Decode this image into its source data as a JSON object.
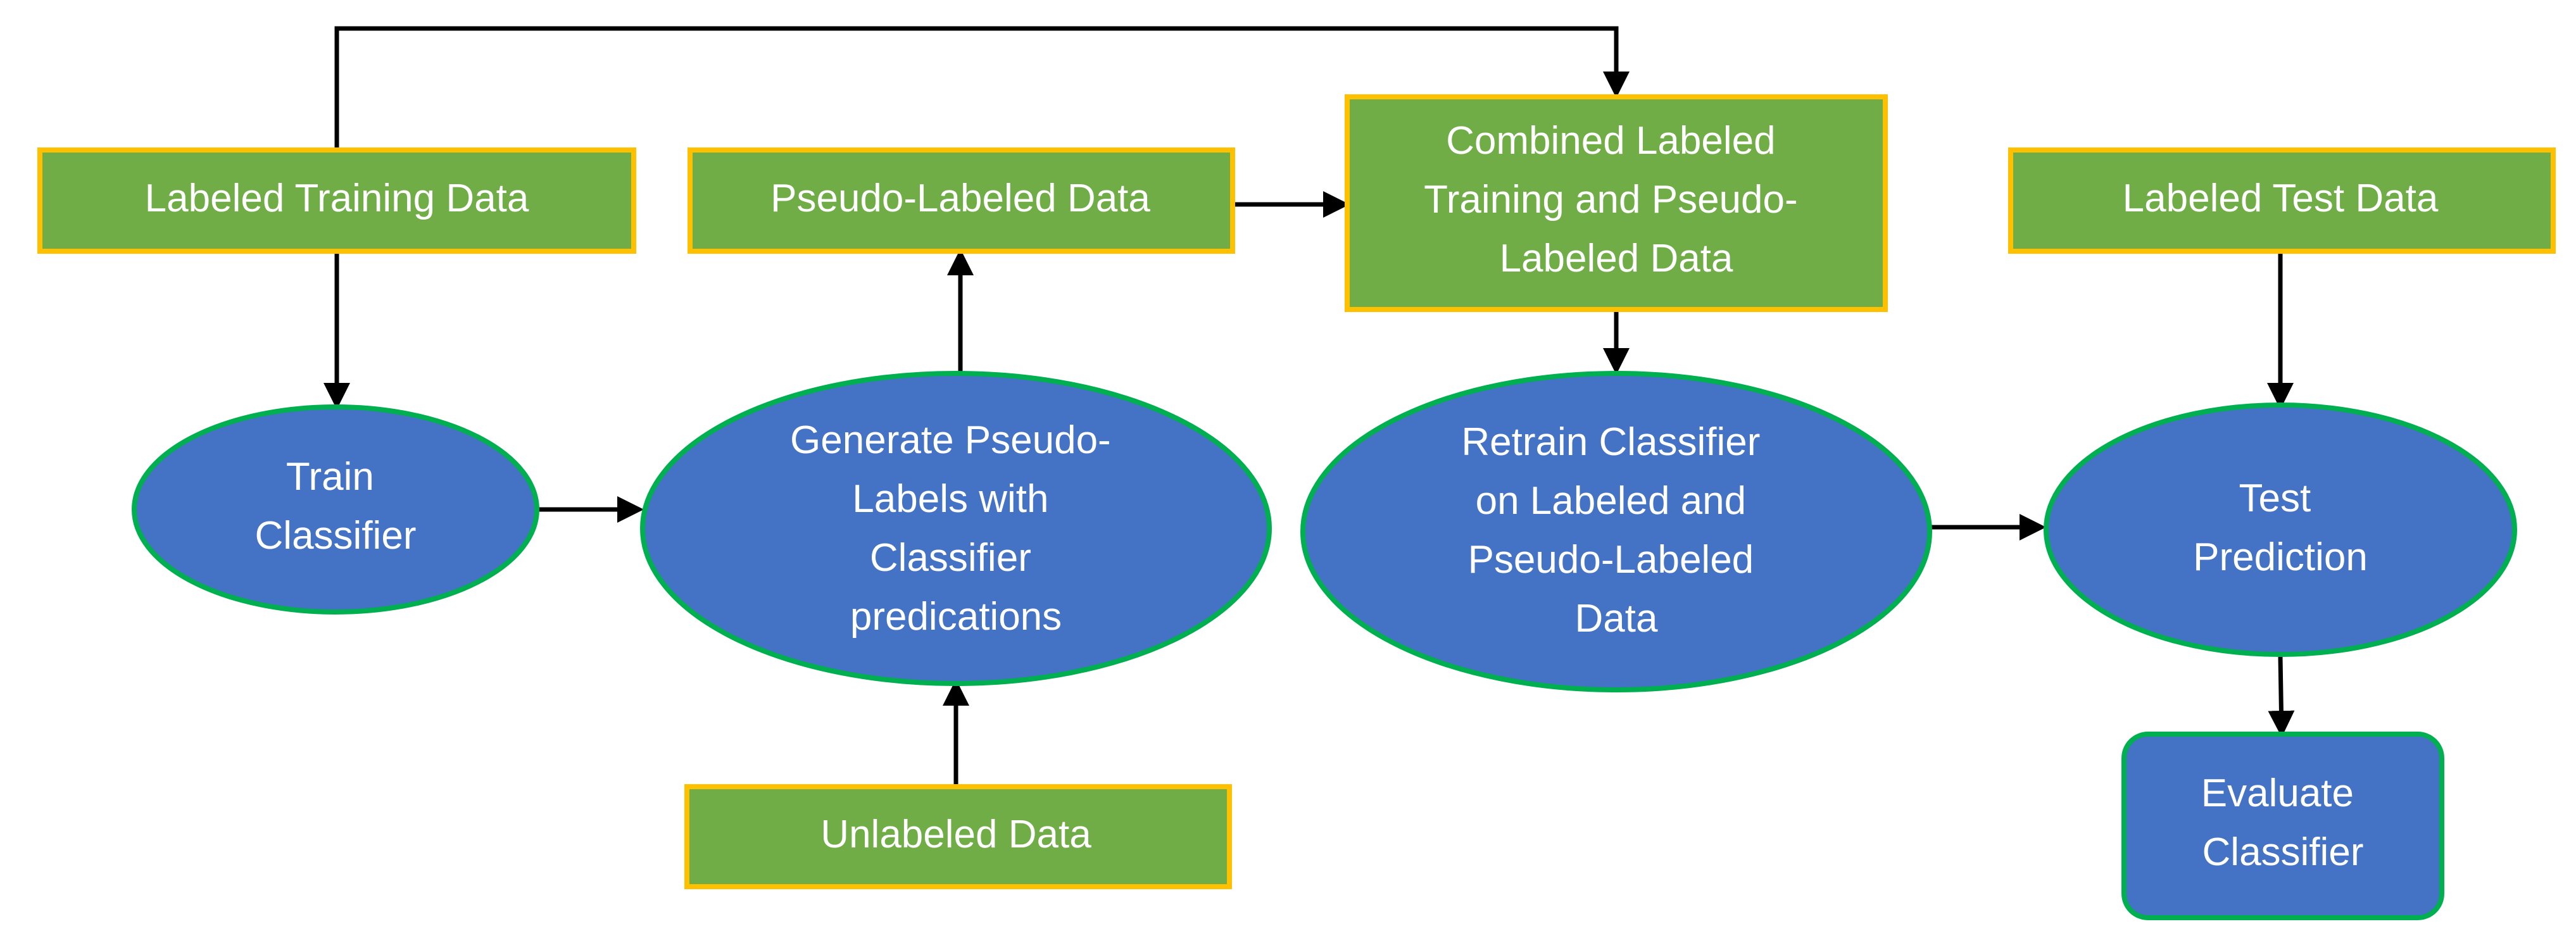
{
  "diagram": {
    "nodes": {
      "labeled_training_data": [
        "Labeled Training Data"
      ],
      "pseudo_labeled_data": [
        "Pseudo-Labeled Data"
      ],
      "combined_data": [
        "Combined Labeled",
        "Training and Pseudo-",
        "Labeled Data"
      ],
      "labeled_test_data": [
        "Labeled Test Data"
      ],
      "train_classifier": [
        "Train",
        "Classifier"
      ],
      "generate_pseudo_labels": [
        "Generate Pseudo-",
        "Labels with",
        "Classifier",
        "predications"
      ],
      "retrain_classifier": [
        "Retrain Classifier",
        "on Labeled and",
        "Pseudo-Labeled",
        "Data"
      ],
      "test_prediction": [
        "Test",
        "Prediction"
      ],
      "unlabeled_data": [
        "Unlabeled Data"
      ],
      "evaluate_classifier": [
        "Evaluate",
        "Classifier"
      ]
    },
    "colors": {
      "data_box_fill": "#70ad47",
      "data_box_border": "#ffc000",
      "process_fill": "#4472c4",
      "process_border": "#00b050",
      "arrow": "#000000",
      "text": "#ffffff"
    }
  }
}
